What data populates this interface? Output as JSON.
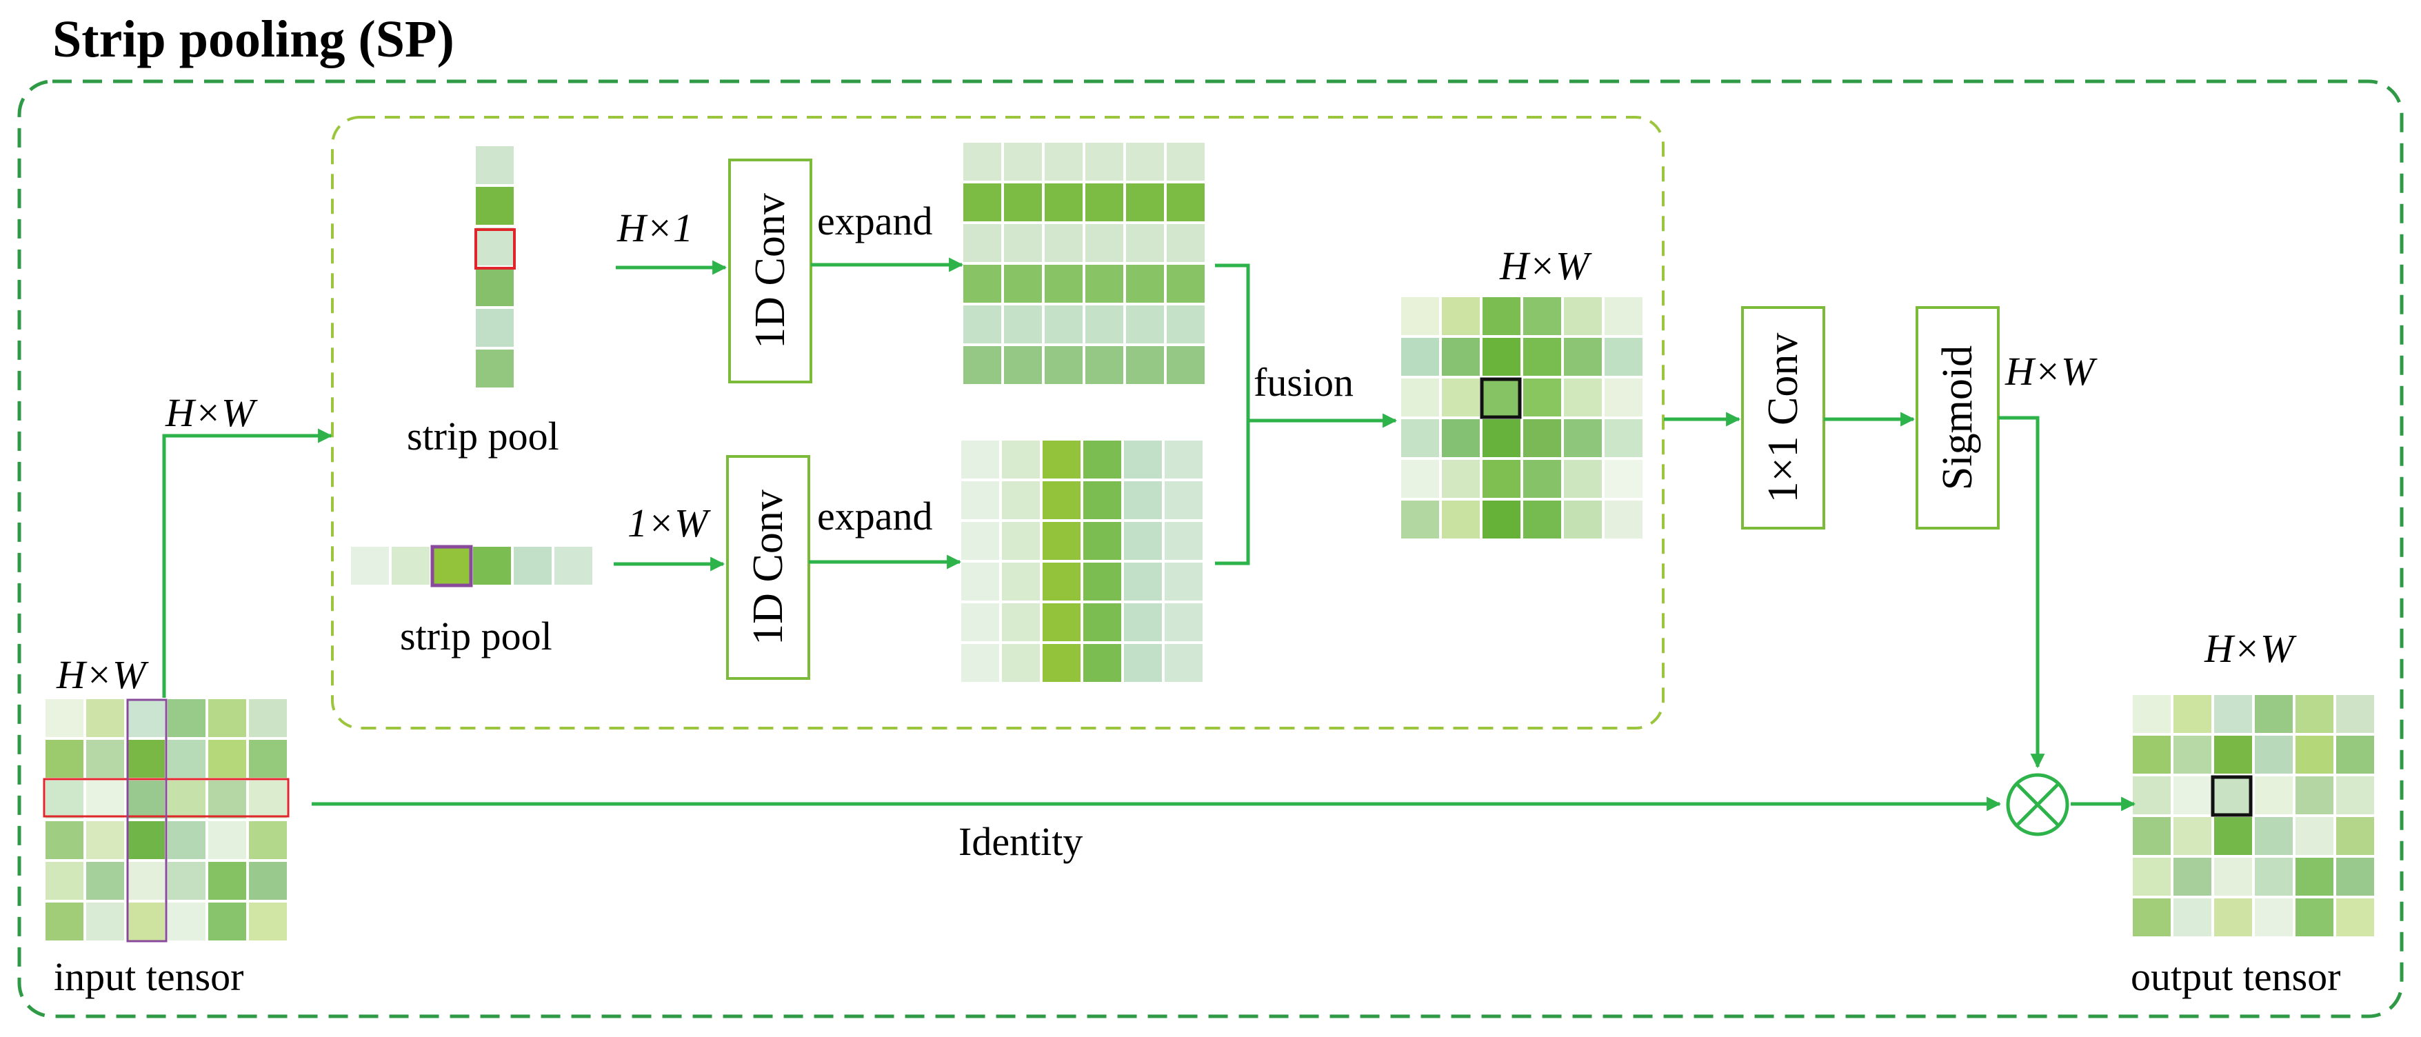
{
  "title": "Strip pooling (SP)",
  "colors": {
    "outer_border": "#2e9a45",
    "inner_border": "#9bc53d",
    "arrow": "#2db34a",
    "box_border": "#7cbb3a",
    "red_outline": "#e0262b",
    "purple_outline": "#8a4a9c",
    "dark_outline": "#111111"
  },
  "labels": {
    "input_dim": "H×W",
    "input_caption": "input tensor",
    "branch_dim": "H×W",
    "vertical_pool_caption": "strip pool",
    "horizontal_pool_caption": "strip pool",
    "h_conv_dim": "H×1",
    "w_conv_dim": "1×W",
    "expand_top": "expand",
    "expand_bottom": "expand",
    "fusion": "fusion",
    "fusion_dim": "H×W",
    "sigmoid_dim": "H×W",
    "output_dim": "H×W",
    "output_caption": "output tensor",
    "identity": "Identity"
  },
  "boxes": {
    "conv_top": "1D Conv",
    "conv_bottom": "1D Conv",
    "conv_1x1": "1×1 Conv",
    "sigmoid": "Sigmoid"
  },
  "operator": "multiply-circle-icon",
  "grids": {
    "input": [
      [
        "#eaf3df",
        "#cde3a7",
        "#cbe3d1",
        "#98cb8a",
        "#b5d989",
        "#cde3c6"
      ],
      [
        "#9ccb6e",
        "#b5d8a6",
        "#7ab846",
        "#b7dab7",
        "#b5d87a",
        "#95c97b"
      ],
      [
        "#cfe7cb",
        "#e9f3e1",
        "#99c98f",
        "#c6e1a9",
        "#b4d7a5",
        "#dbeccf"
      ],
      [
        "#9fcd82",
        "#d7e9bd",
        "#6fb548",
        "#b4d8b4",
        "#e4f1de",
        "#b3d88b"
      ],
      [
        "#d2e8ba",
        "#a5cf9b",
        "#e4f0dc",
        "#c4e0c0",
        "#85c264",
        "#99c98c"
      ],
      [
        "#a2cd78",
        "#d9ebd5",
        "#cfe3a1",
        "#e6f2e1",
        "#88c46b",
        "#d1e6a5"
      ]
    ],
    "vertical_strip": [
      "#cfe5cd",
      "#78b944",
      "#cfe5cd",
      "#86c06a",
      "#c1dfc6",
      "#93c67e"
    ],
    "horizontal_strip": [
      "#e5f1e2",
      "#d8ebcf",
      "#93c33b",
      "#7cbd52",
      "#c2e0c7",
      "#d3e8d4"
    ],
    "expand_rows": [
      "#d7e9d1",
      "#7cbc44",
      "#d3e7ce",
      "#88c366",
      "#c5e2c8",
      "#95c884"
    ],
    "expand_cols": [
      "#e5f1e2",
      "#d8ebcf",
      "#93c33b",
      "#7cbd52",
      "#c2e0c7",
      "#d3e8d4"
    ],
    "fusion": [
      [
        "#e7f2d8",
        "#cde3a4",
        "#7cbd52",
        "#8ac56b",
        "#cfe6ba",
        "#e6f1dd"
      ],
      [
        "#b8dcc0",
        "#86c271",
        "#6ab43b",
        "#79bd51",
        "#8cc674",
        "#bfe0c2"
      ],
      [
        "#e4f1d9",
        "#d0e6b1",
        "#86c364",
        "#8ac65f",
        "#d0e8bb",
        "#e8f2df"
      ],
      [
        "#c6e2c6",
        "#84c172",
        "#67b23c",
        "#7ab955",
        "#8ec67b",
        "#cbe6c9"
      ],
      [
        "#e9f3e3",
        "#d3e8c0",
        "#7fbe51",
        "#86c267",
        "#cde6bf",
        "#eef6ea"
      ],
      [
        "#b2d7a0",
        "#c9e2a2",
        "#66b138",
        "#76bb4f",
        "#c4e1b3",
        "#e5f1de"
      ]
    ],
    "output": [
      [
        "#e7f2dc",
        "#cde3a0",
        "#c8e2cc",
        "#98ca85",
        "#b8da8d",
        "#cfe4c7"
      ],
      [
        "#9ccb6c",
        "#b6d9a6",
        "#7ab846",
        "#b8daba",
        "#b4d779",
        "#96c97d"
      ],
      [
        "#d2e7c6",
        "#e9f3e3",
        "#c8e2c3",
        "#e7f2dd",
        "#b3d6a2",
        "#d7eacb"
      ],
      [
        "#a0cd85",
        "#d5e8bc",
        "#74b84a",
        "#b7d9b6",
        "#e1efda",
        "#b4d68a"
      ],
      [
        "#d3e8bb",
        "#a7cf9b",
        "#e4f0dc",
        "#c2dfbf",
        "#86c266",
        "#9ac98e"
      ],
      [
        "#a2cd79",
        "#dbecd8",
        "#cfe4a4",
        "#e7f2e2",
        "#8bc56c",
        "#d2e6a7"
      ]
    ]
  }
}
